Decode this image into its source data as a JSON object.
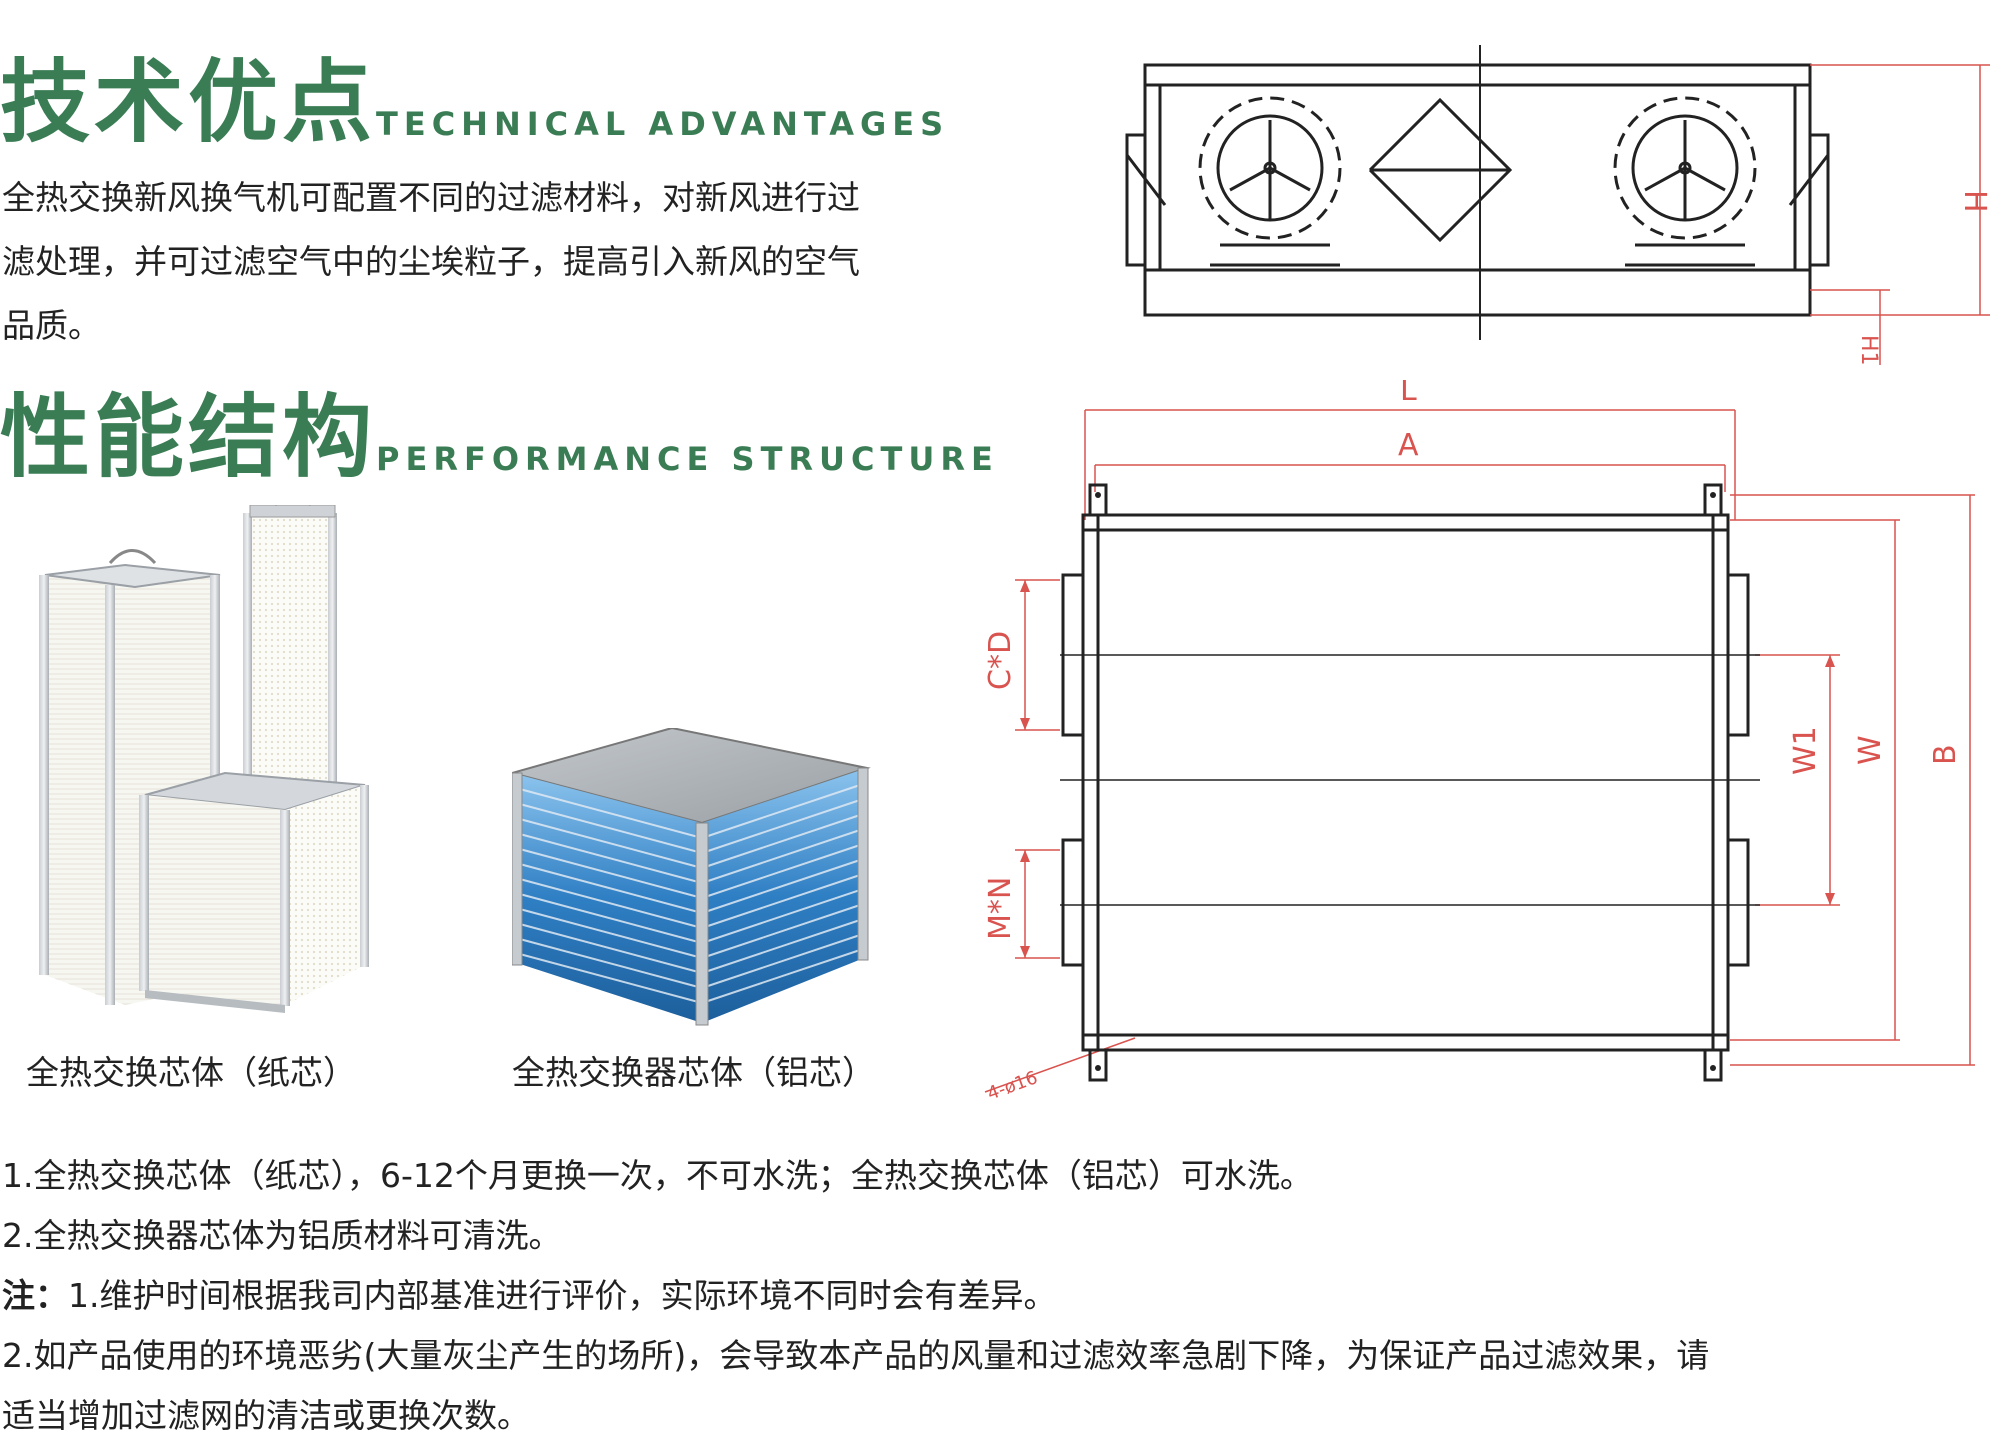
{
  "section1": {
    "title_cn": "技术优点",
    "title_en": "TECHNICAL ADVANTAGES",
    "paragraph_lines": [
      "全热交换新风换气机可配置不同的过滤材料，对新风进行过",
      "滤处理，并可过滤空气中的尘埃粒子，提高引入新风的空气",
      "品质。"
    ]
  },
  "section2": {
    "title_cn": "性能结构",
    "title_en": "PERFORMANCE STRUCTURE"
  },
  "products": {
    "paper_core_caption": "全热交换芯体（纸芯）",
    "aluminum_core_caption": "全热交换器芯体（铝芯）"
  },
  "drawing_labels": {
    "H": "H",
    "H1": "H1",
    "L": "L",
    "A": "A",
    "B": "B",
    "W": "W",
    "W1": "W1",
    "CD": "C*D",
    "MN": "M*N",
    "hole": "4-ø16"
  },
  "notes": {
    "line1": "1.全热交换芯体（纸芯），6-12个月更换一次，不可水洗；全热交换芯体（铝芯）可水洗。",
    "line2": "2.全热交换器芯体为铝质材料可清洗。",
    "note_label": "注：",
    "line3": "1.维护时间根据我司内部基准进行评价，实际环境不同时会有差异。",
    "line4a": "2.如产品使用的环境恶劣(大量灰尘产生的场所)，会导致本产品的风量和过滤效率急剧下降，为保证产品过滤效果，请",
    "line4b": "适当增加过滤网的清洁或更换次数。"
  },
  "colors": {
    "accent_green": "#3a7d55",
    "dimension_red": "#d9534f",
    "aluminum_blue": "#2f7fc4"
  }
}
